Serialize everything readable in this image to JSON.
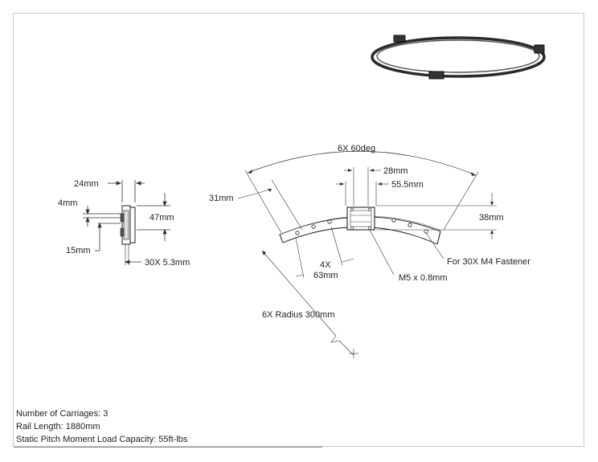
{
  "dimensions": {
    "angle": "6X 60deg",
    "arc_offset": "31mm",
    "bolt_spacing_a": "28mm",
    "bolt_spacing_b": "55.5mm",
    "carriage_height": "38mm",
    "fastener_note": "For 30X M4 Fastener",
    "pitch_count": "4X",
    "pitch_length": "63mm",
    "thread": "M5 x 0.8mm",
    "radius": "6X Radius 300mm",
    "rail_width": "24mm",
    "rail_step": "4mm",
    "rail_height": "47mm",
    "rail_base": "15mm",
    "rail_holes": "30X 5.3mm"
  },
  "specs": {
    "carriages": "Number of Carriages: 3",
    "rail_length": "Rail Length: 1880mm",
    "load_capacity": "Static Pitch Moment Load Capacity: 55ft-lbs"
  }
}
